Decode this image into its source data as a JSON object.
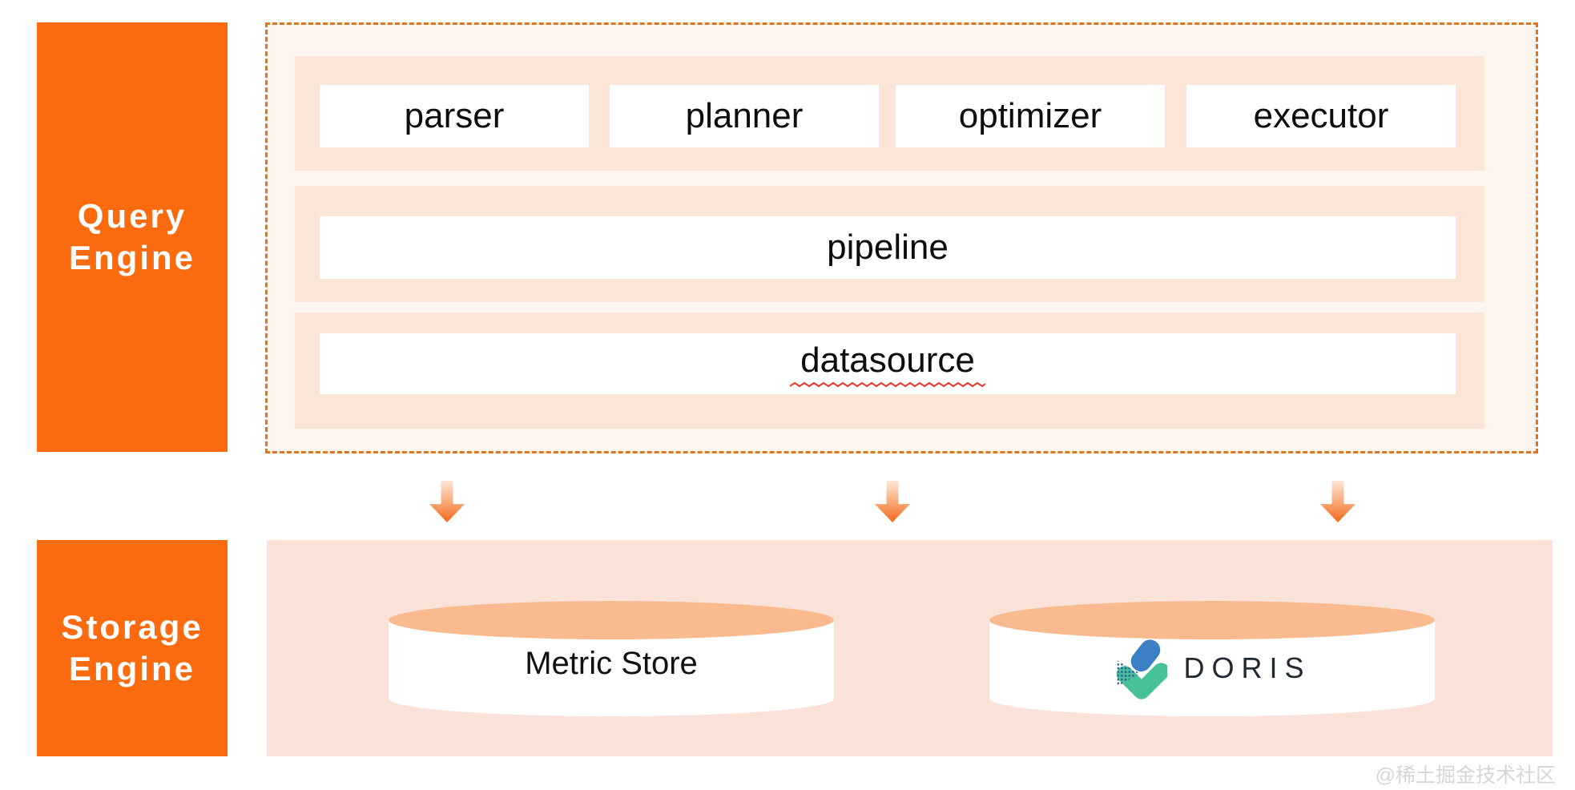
{
  "left_rail": {
    "query_engine": {
      "lines": [
        "Query",
        "Engine"
      ]
    },
    "storage_engine": {
      "lines": [
        "Storage",
        "Engine"
      ]
    }
  },
  "query_panel": {
    "row1_components": [
      "parser",
      "planner",
      "optimizer",
      "executor"
    ],
    "row2_component": "pipeline",
    "row3_component": "datasource"
  },
  "storage_panel": {
    "metric_store_label": "Metric Store",
    "doris_label": "DORIS"
  },
  "watermark": "@稀土掘金技术社区",
  "colors": {
    "accent_orange": "#FA6A0E",
    "dashed_border_orange": "#E0761B",
    "panel_cream": "#FDF5EE",
    "strip_pink": "#FBE4D8",
    "storage_pink": "#FAE2D9",
    "cylinder_top_orange": "#F8BA8E",
    "arrow_orange": "#F3671A",
    "doris_blue": "#3B80C4",
    "doris_green": "#47C19A",
    "squiggle_red": "#E23B2E",
    "watermark_gray": "#D6D6D6"
  }
}
